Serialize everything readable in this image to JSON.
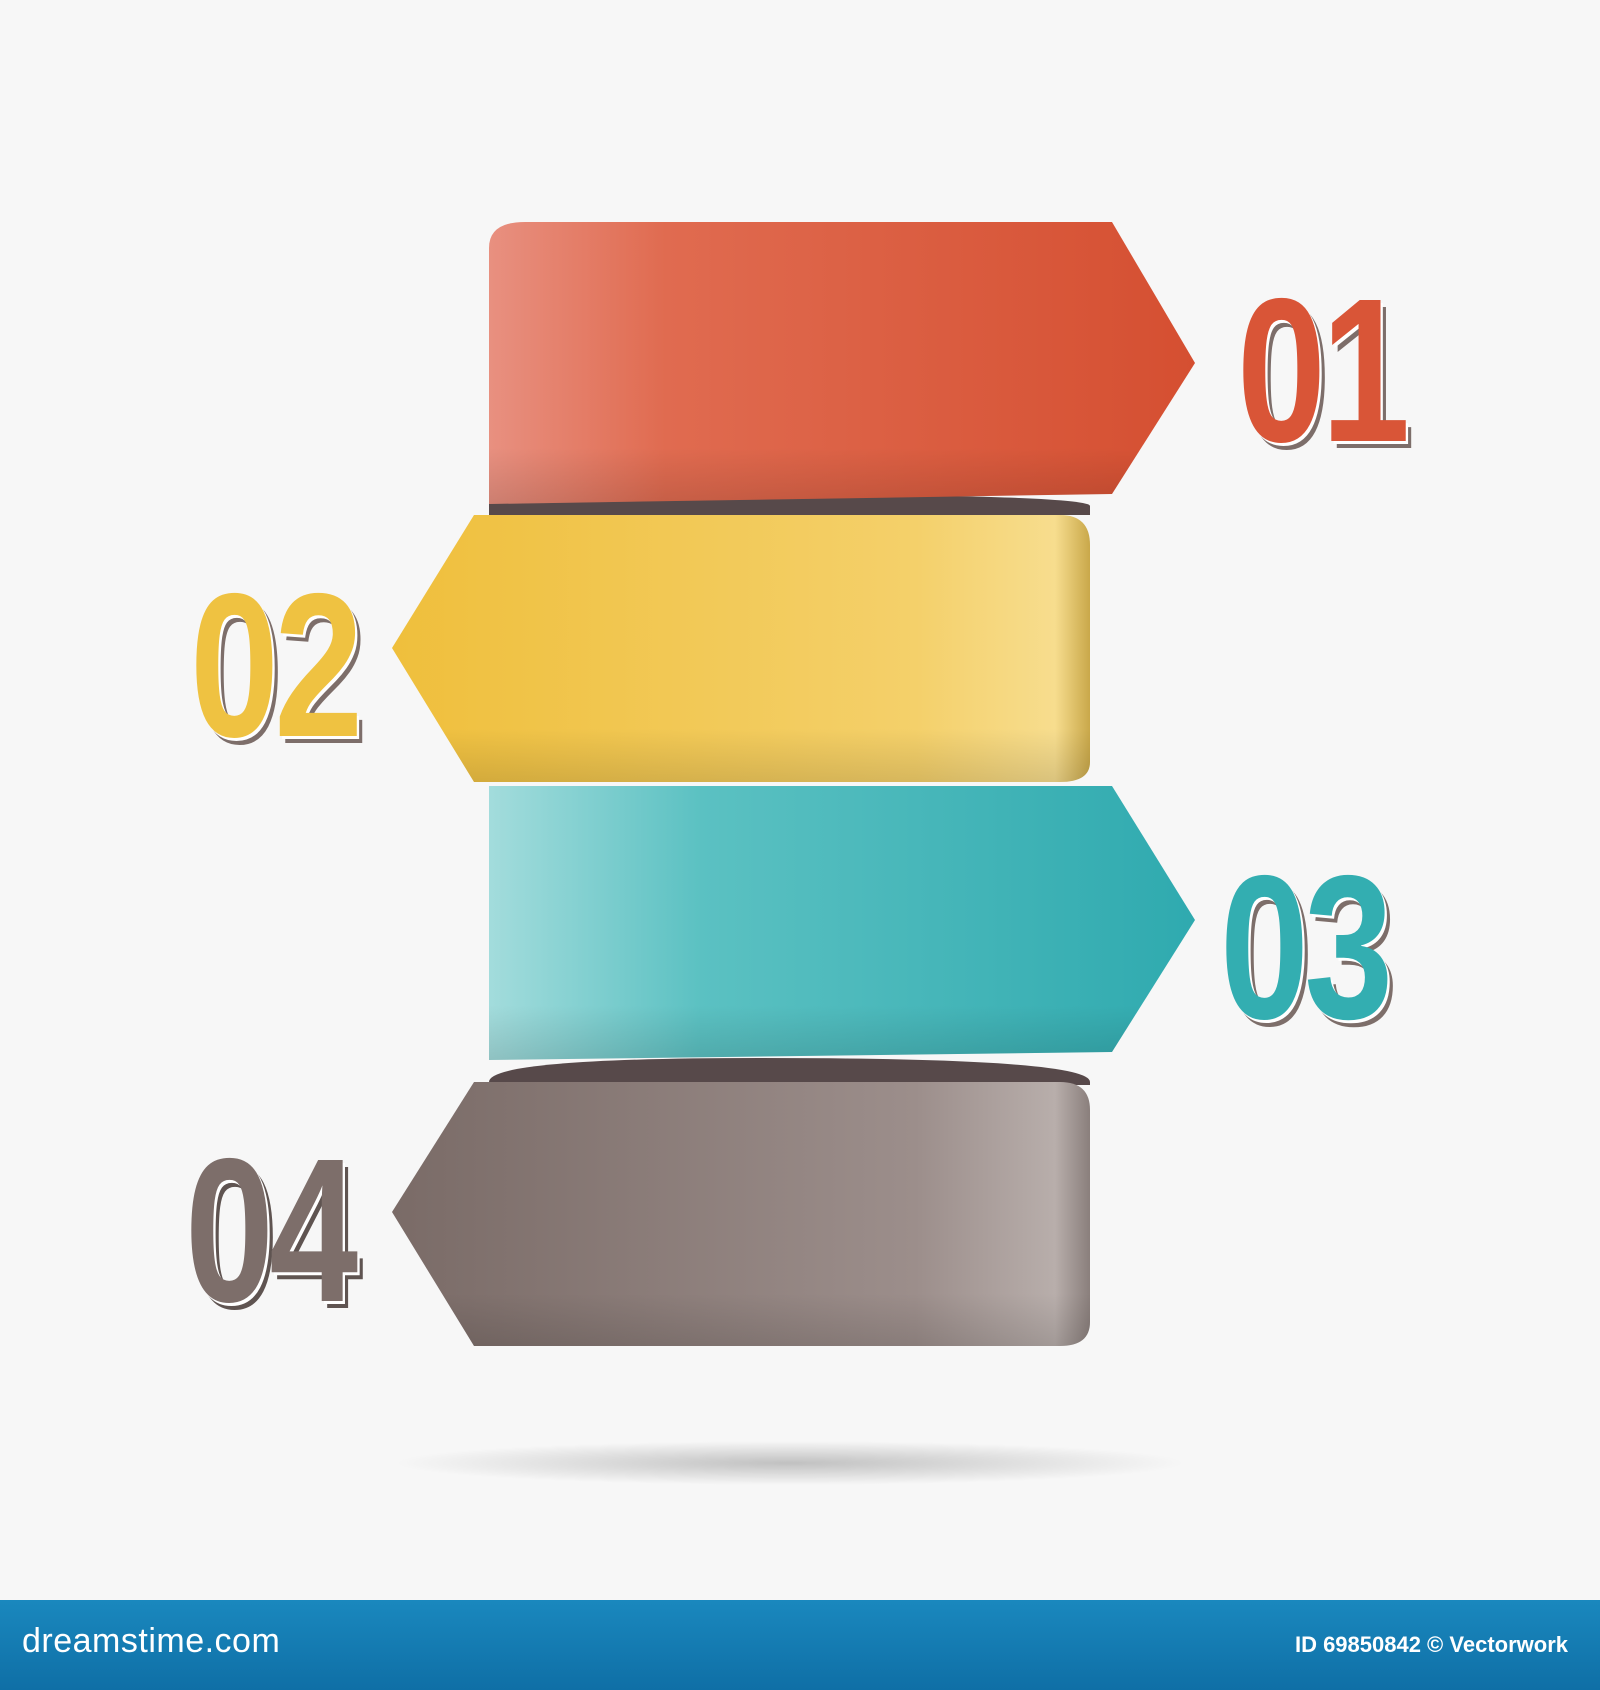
{
  "steps": [
    {
      "number": "01",
      "color": "#d95537",
      "direction": "right"
    },
    {
      "number": "02",
      "color": "#efc241",
      "direction": "left"
    },
    {
      "number": "03",
      "color": "#33aeb1",
      "direction": "right"
    },
    {
      "number": "04",
      "color": "#7d6e6a",
      "direction": "left"
    }
  ],
  "footer": {
    "site": "dreamstime.com",
    "credit": "ID 69850842 © Vectorwork"
  }
}
